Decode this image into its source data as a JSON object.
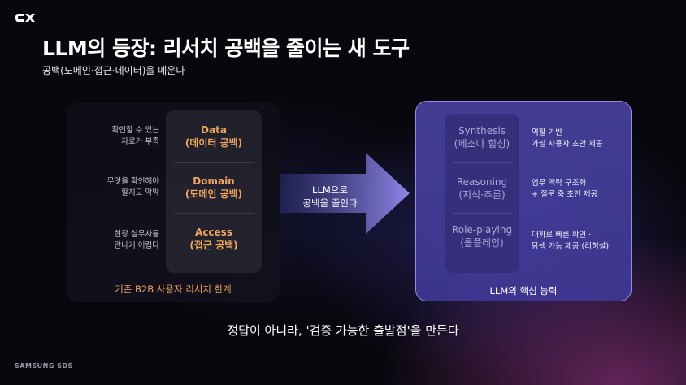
{
  "brand": {
    "logo": "CX",
    "footer": "SAMSUNG SDS"
  },
  "title": "LLM의 등장: 리서치 공백을 줄이는 새 도구",
  "subtitle": "공백(도메인·접근·데이터)을 메운다",
  "left": {
    "caption": "기존 B2B 사용자 리서치 한계",
    "rows": [
      {
        "desc1": "확인할 수 있는",
        "desc2": "자료가 부족",
        "name1": "Data",
        "name2": "(데이터 공백)"
      },
      {
        "desc1": "무엇을 확인해야",
        "desc2": "할지도 막막",
        "name1": "Domain",
        "name2": "(도메인 공백)"
      },
      {
        "desc1": "현장 실무자를",
        "desc2": "만나기 어렵다",
        "name1": "Access",
        "name2": "(접근 공백)"
      }
    ]
  },
  "arrow": {
    "line1": "LLM으로",
    "line2": "공백을 줄인다"
  },
  "right": {
    "caption": "LLM의 핵심 능력",
    "rows": [
      {
        "name1": "Synthesis",
        "name2": "(페소나 합성)",
        "desc1": "역할 기반",
        "desc2": "가설 사용자 초안 제공"
      },
      {
        "name1": "Reasoning",
        "name2": "(지식·추론)",
        "desc1": "업무 맥락 구조화",
        "desc2": "+ 질문 축 초안 제공"
      },
      {
        "name1": "Role-playing",
        "name2": "(롤플레잉)",
        "desc1": "대화로 빠른 확인 ·",
        "desc2": "탐색 가능 제공 (리허설)"
      }
    ]
  },
  "bottom_text": "정답이 아니라, '검증 가능한 출발점'을 만든다"
}
